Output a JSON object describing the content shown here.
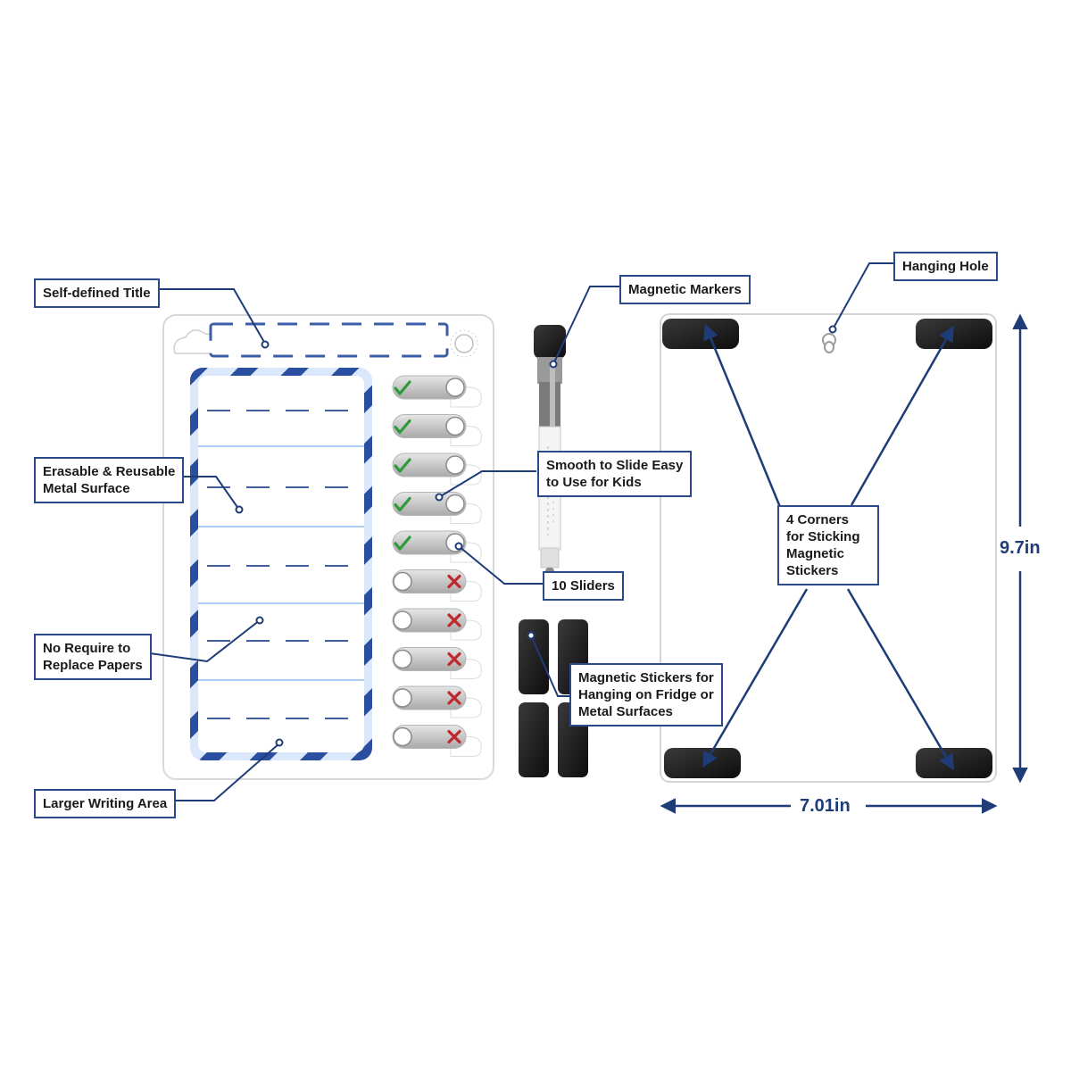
{
  "callouts": {
    "self_defined_title": "Self-defined Title",
    "erasable_line1": "Erasable & Reusable",
    "erasable_line2": "Metal Surface",
    "no_require_line1": "No Require to",
    "no_require_line2": "Replace Papers",
    "larger_writing_area": "Larger Writing Area",
    "magnetic_markers": "Magnetic Markers",
    "smooth_line1": "Smooth to Slide Easy",
    "smooth_line2": "to Use for Kids",
    "ten_sliders": "10 Sliders",
    "stickers_line1": "Magnetic Stickers for",
    "stickers_line2": "Hanging on Fridge or",
    "stickers_line3": "Metal Surfaces",
    "hanging_hole": "Hanging Hole",
    "corners_line1": "4 Corners",
    "corners_line2": "for Sticking",
    "corners_line3": "Magnetic",
    "corners_line4": "Stickers"
  },
  "dimensions": {
    "height": "9.7in",
    "width": "7.01in"
  },
  "sliders": [
    "check",
    "check",
    "check",
    "check",
    "check",
    "cross",
    "cross",
    "cross",
    "cross",
    "cross"
  ],
  "colors": {
    "accent": "#2a4a8c",
    "check": "#2e9b3a",
    "cross": "#c0282d",
    "magnet": "#1a1a1a"
  }
}
